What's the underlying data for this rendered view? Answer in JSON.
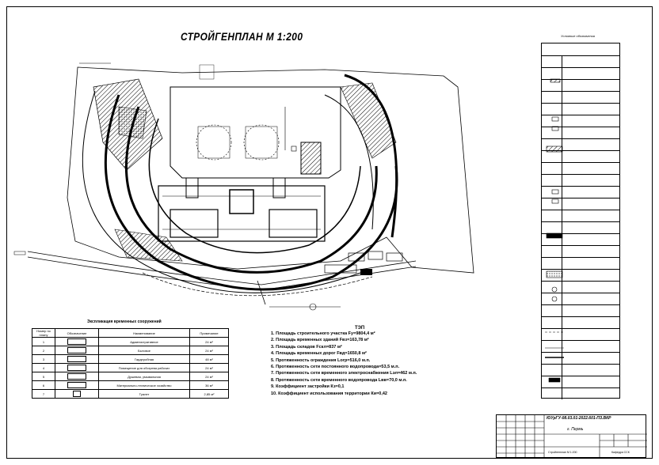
{
  "title": "СТРОЙГЕНПЛАН М 1:200",
  "legend": {
    "title": "Условные обозначения",
    "rows": 30
  },
  "mech_table": {
    "title": "Экспликация временных сооружений",
    "headers": [
      "Номер по плану",
      "Обозначение",
      "Наименование",
      "Примечание"
    ],
    "rows": [
      {
        "n": "1",
        "name": "Административное",
        "note": "24 м²"
      },
      {
        "n": "2",
        "name": "Бытовое",
        "note": "24 м²"
      },
      {
        "n": "3",
        "name": "Гардеробная",
        "note": "48 м²"
      },
      {
        "n": "4",
        "name": "Помещение для обогрева рабочих",
        "note": "24 м²"
      },
      {
        "n": "5",
        "name": "Душевая, умывальная",
        "note": "24 м²"
      },
      {
        "n": "6",
        "name": "Материально-техническое хозяйство",
        "note": "36 м²"
      },
      {
        "n": "7",
        "name": "Туалет",
        "note": "2,85 м²"
      }
    ]
  },
  "tep": {
    "title": "ТЭП",
    "items": [
      "1. Площадь строительного участка Fу=9804,4 м²",
      "2. Площадь временных зданий Fвз=163,78 м²",
      "3. Площадь складов Fскл=837 м²",
      "4. Площадь временных дорог Fвд=1650,8 м²",
      "5. Протяженность ограждения Lогр=516,0 м.п.",
      "6. Протяженность сети постоянного водопровода=53,5 м.п.",
      "7. Протяженность сети временного электроснабжения Lэл=462 м.п.",
      "8. Протяженность сети временного водопровода Lвв=70,0 м.п.",
      "9. Коэффициент застройки Кз=0,1",
      "10. Коэффициент использования территории Ки=0,42"
    ]
  },
  "stamp": {
    "code": "ЮУрГУ-08.03.01-2022.601-ПЗ.ВКР",
    "city": "г. Пермь",
    "sheet": "Стройгенплан М 1:200",
    "dept": "Кафедра ССК"
  },
  "colors": {
    "line": "#000000",
    "paper": "#ffffff"
  }
}
